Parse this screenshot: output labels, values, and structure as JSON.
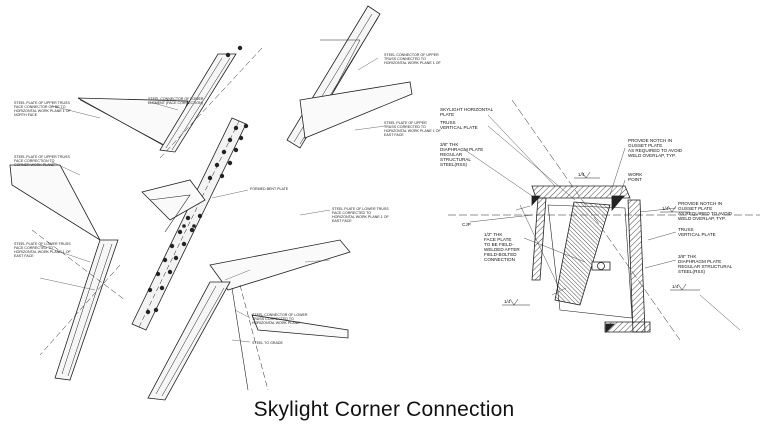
{
  "caption": "Skylight Corner Connection",
  "left_labels": [
    "STEEL PLATE OF UPPER TRUSS",
    "FACE CONNECTOR OR BE TO",
    "HORIZONTAL WORK PLANE 1 OF",
    "NORTH FACE",
    "STEEL CONNECTOR OF LOWER",
    "ELEMENT (FACE CORRECTION)",
    "STEEL PLATE OF UPPER TRUSS",
    "FACE CORRECTION TO",
    "CORNER WORK PLANE",
    "STEEL CONNECTOR OF UPPER",
    "TRUSS CONNECTED TO",
    "HORIZONTAL WORK PLANE 1 OF",
    "STEEL PLATE OF UPPER",
    "TRUSS CORRECTED TO",
    "HORIZONTAL WORK PLANE 1 OF",
    "EAST FACE",
    "FORMED BENT PLATE",
    "STEEL PLATE OF LOWER TRUSS",
    "FACE CORRECTED TO",
    "HORIZONTAL WORK PLANE 1 OF",
    "EAST FACE",
    "STEEL PLATE OF LOWER TRUSS",
    "FACE CORRECTED TO",
    "HORIZONTAL WORK PLANE 1 OF",
    "EAST FACE",
    "STEEL CONNECTOR OF LOWER",
    "TRUSS CORRECTED TO",
    "HORIZONTAL WORK PLANE",
    "STEEL TO GRADE"
  ],
  "right_labels": {
    "skylight": [
      "SKYLIGHT HORIZONTAL",
      "PLATE"
    ],
    "truss1": [
      "TRUSS",
      "VERTICAL PLATE"
    ],
    "diaphragm": [
      "3/8\" THK",
      "DIAPHRAGM PLATE",
      "REGULAR",
      "STRUCTURAL",
      "STEEL(RSS)"
    ],
    "notch1": [
      "PROVIDE NOTCH IN",
      "GUSSET PLATE",
      "AS REQUIRED TO AVOID",
      "WELD OVERLAP, TYP."
    ],
    "work_point": [
      "WORK",
      "POINT"
    ],
    "notch2": [
      "PROVIDE NOTCH IN",
      "GUSSET PLATE",
      "AS REQUIRED TO AVOID",
      "WELD OVERLAP, TYP."
    ],
    "truss2": [
      "TRUSS",
      "VERTICAL PLATE"
    ],
    "plate38": [
      "3/8\" THK",
      "DIAPHRAGM PLATE",
      "REGULAR STRUCTURAL",
      "STEEL(RSS)"
    ],
    "faceplate": [
      "1/2\" THK",
      "FACE PLATE",
      "TO BE FIELD-",
      "WELDED AFTER",
      "FIELD-BOLTED",
      "CONNECTION"
    ],
    "cjp": "CJP",
    "weld_top": "1/4",
    "weld_mid": "1/4",
    "weld_bot": "1/4",
    "weld_left": "1/4"
  }
}
